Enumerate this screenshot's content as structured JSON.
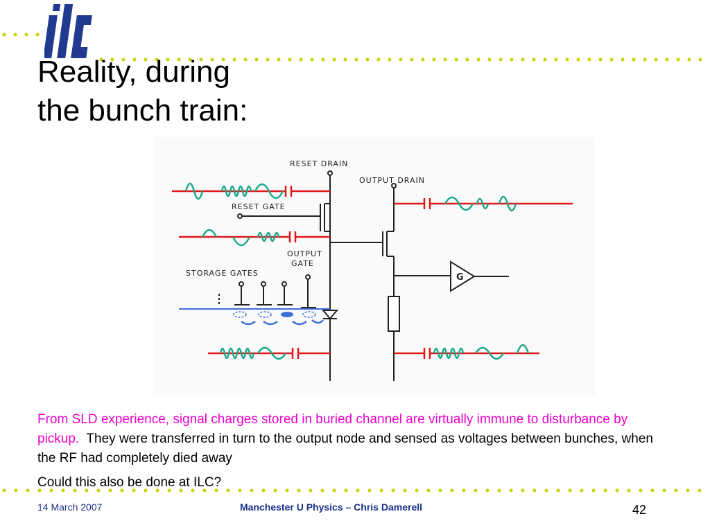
{
  "slide": {
    "logo_text": "ilc",
    "title_line1": "Reality, during",
    "title_line2": "the bunch train:",
    "body": {
      "highlight": "From SLD experience, signal charges stored in buried channel are virtually immune to disturbance by pickup.",
      "rest": "They were transferred in turn to the output node and sensed as voltages between bunches, when the RF had completely died away"
    },
    "question": "Could this also be done at ILC?"
  },
  "diagram": {
    "labels": {
      "reset_drain": "RESET DRAIN",
      "output_drain": "OUTPUT DRAIN",
      "reset_gate": "RESET GATE",
      "output_gate_1": "OUTPUT",
      "output_gate_2": "GATE",
      "storage_gates": "STORAGE GATES",
      "amplifier": "G"
    }
  },
  "footer": {
    "date": "14 March 2007",
    "center": "Manchester U Physics   – Chris Damerell",
    "page": "42"
  },
  "colors": {
    "accent_dots": "#c8d400",
    "logo_blue": "#1f3a8f",
    "highlight_text": "#ee00cc",
    "footer_text": "#1a2f86",
    "wire_red": "#e01818",
    "signal_green": "#1aa88a",
    "charge_blue": "#3c6fd8"
  }
}
